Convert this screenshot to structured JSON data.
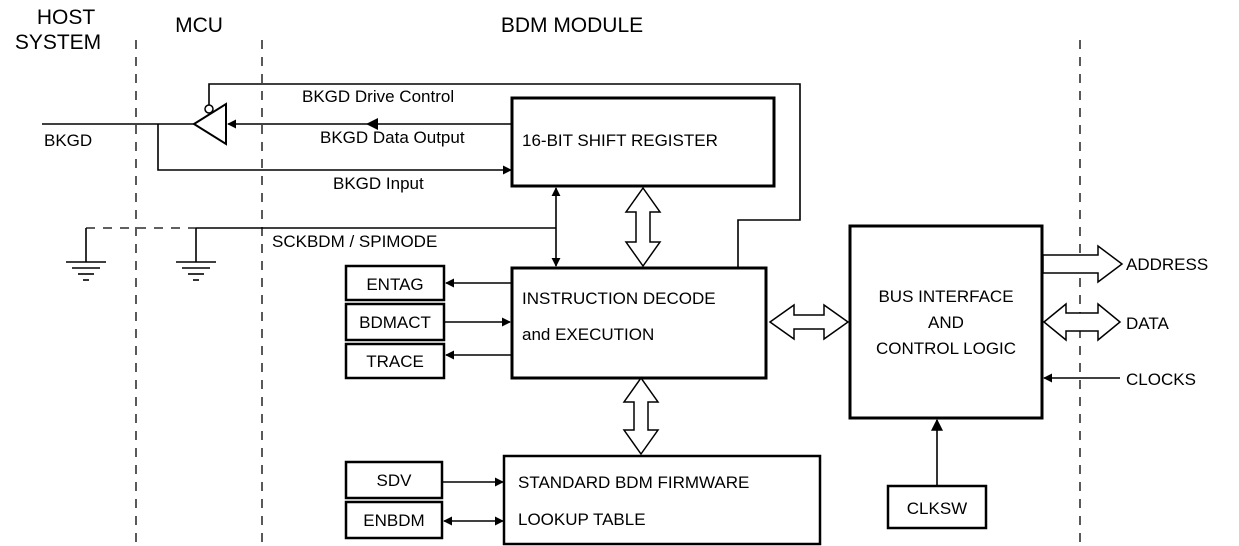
{
  "headers": {
    "host_line1": "HOST",
    "host_line2": "SYSTEM",
    "mcu": "MCU",
    "bdm": "BDM MODULE"
  },
  "signals": {
    "bkgd": "BKGD",
    "drive_control": "BKGD Drive Control",
    "data_output": "BKGD Data Output",
    "input": "BKGD Input",
    "sckbdm": "SCKBDM / SPIMODE"
  },
  "blocks": {
    "shift_register": "16-BIT SHIFT REGISTER",
    "instr_line1": "INSTRUCTION DECODE",
    "instr_line2": "and EXECUTION",
    "bus_line1": "BUS INTERFACE",
    "bus_line2": "AND",
    "bus_line3": "CONTROL LOGIC",
    "firmware_line1": "STANDARD BDM FIRMWARE",
    "firmware_line2": "LOOKUP TABLE"
  },
  "small_blocks": {
    "entag": "ENTAG",
    "bdmact": "BDMACT",
    "trace": "TRACE",
    "sdv": "SDV",
    "enbdm": "ENBDM",
    "clksw": "CLKSW"
  },
  "external": {
    "address": "ADDRESS",
    "data": "DATA",
    "clocks": "CLOCKS"
  }
}
